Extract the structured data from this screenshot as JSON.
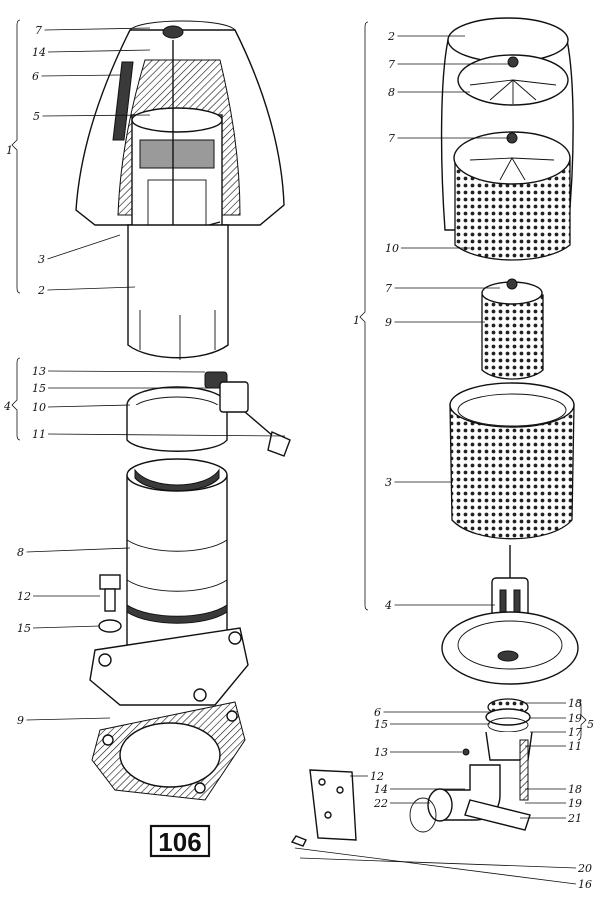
{
  "figure_number": "106",
  "left_callouts": [
    {
      "id": "L7",
      "text": "7"
    },
    {
      "id": "L14",
      "text": "14"
    },
    {
      "id": "L6",
      "text": "6"
    },
    {
      "id": "L5",
      "text": "5"
    },
    {
      "id": "L1",
      "text": "1"
    },
    {
      "id": "L3",
      "text": "3"
    },
    {
      "id": "L2",
      "text": "2"
    },
    {
      "id": "L13",
      "text": "13"
    },
    {
      "id": "L15a",
      "text": "15"
    },
    {
      "id": "L4",
      "text": "4"
    },
    {
      "id": "L10",
      "text": "10"
    },
    {
      "id": "L11",
      "text": "11"
    },
    {
      "id": "L8",
      "text": "8"
    },
    {
      "id": "L12",
      "text": "12"
    },
    {
      "id": "L15b",
      "text": "15"
    },
    {
      "id": "L9",
      "text": "9"
    }
  ],
  "right_callouts": [
    {
      "id": "R2",
      "text": "2"
    },
    {
      "id": "R7a",
      "text": "7"
    },
    {
      "id": "R8",
      "text": "8"
    },
    {
      "id": "R7b",
      "text": "7"
    },
    {
      "id": "R10",
      "text": "10"
    },
    {
      "id": "R7c",
      "text": "7"
    },
    {
      "id": "R1",
      "text": "1"
    },
    {
      "id": "R9",
      "text": "9"
    },
    {
      "id": "R3",
      "text": "3"
    },
    {
      "id": "R4",
      "text": "4"
    },
    {
      "id": "R18a",
      "text": "18"
    },
    {
      "id": "R6",
      "text": "6"
    },
    {
      "id": "R19a",
      "text": "19"
    },
    {
      "id": "R5",
      "text": "5"
    },
    {
      "id": "R15",
      "text": "15"
    },
    {
      "id": "R17",
      "text": "17"
    },
    {
      "id": "R11",
      "text": "11"
    },
    {
      "id": "R13",
      "text": "13"
    },
    {
      "id": "R12",
      "text": "12"
    },
    {
      "id": "R18b",
      "text": "18"
    },
    {
      "id": "R14",
      "text": "14"
    },
    {
      "id": "R19b",
      "text": "19"
    },
    {
      "id": "R22",
      "text": "22"
    },
    {
      "id": "R21",
      "text": "21"
    },
    {
      "id": "R20",
      "text": "20"
    },
    {
      "id": "R16",
      "text": "16"
    }
  ]
}
